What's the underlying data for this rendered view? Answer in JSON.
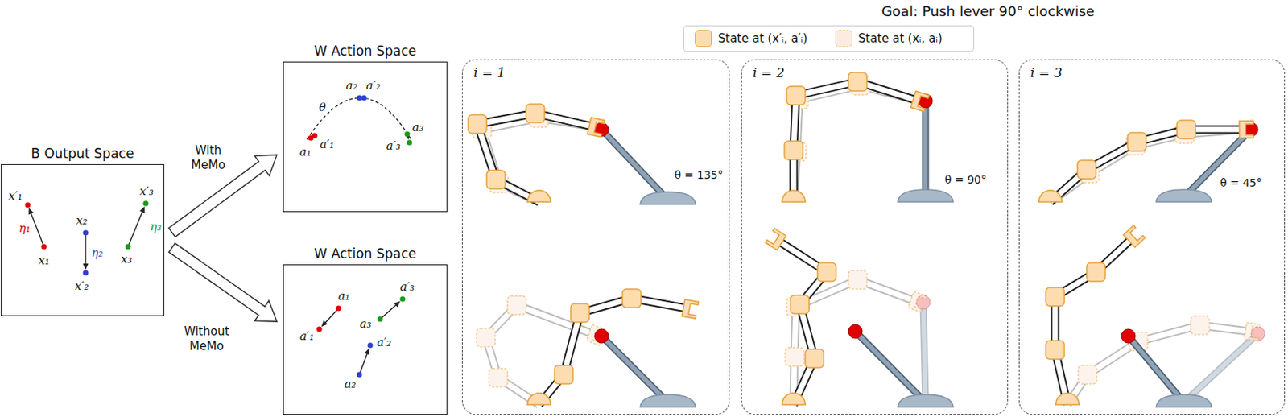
{
  "diagram": {
    "title": "Goal: Push lever 90° clockwise",
    "nodes": [
      {
        "text": [
          "B Output Space"
        ]
      },
      {
        "text": [
          "W Action Space"
        ]
      },
      {
        "text": [
          "W Action Space"
        ]
      },
      {
        "text": [
          "i = 1"
        ]
      },
      {
        "text": [
          "i = 2"
        ]
      },
      {
        "text": [
          "i = 3"
        ]
      }
    ],
    "edges": [
      {
        "from": 0,
        "to": 1,
        "arrow": "to",
        "label": "With MeMo"
      },
      {
        "from": 0,
        "to": 2,
        "arrow": "to",
        "label": "Without MeMo"
      }
    ],
    "labels": [
      "x′₁",
      "η₁",
      "x₁",
      "x₂",
      "η₂",
      "x′₂",
      "x′₃",
      "η₃",
      "x₃",
      "θ",
      "a₂",
      "a′₂",
      "a₁",
      "a′₁",
      "a₃",
      "a′₃",
      "a₁",
      "a′₁",
      "a₃",
      "a′₃",
      "a′₂",
      "a₂",
      "θ = 135°",
      "θ = 90°",
      "θ = 45°"
    ],
    "legend": [
      {
        "text": "State at (x′ᵢ, a′ᵢ)",
        "color": "#fddcb0"
      },
      {
        "text": "State at (xᵢ, aᵢ)",
        "color": "#fdebe0"
      }
    ]
  }
}
